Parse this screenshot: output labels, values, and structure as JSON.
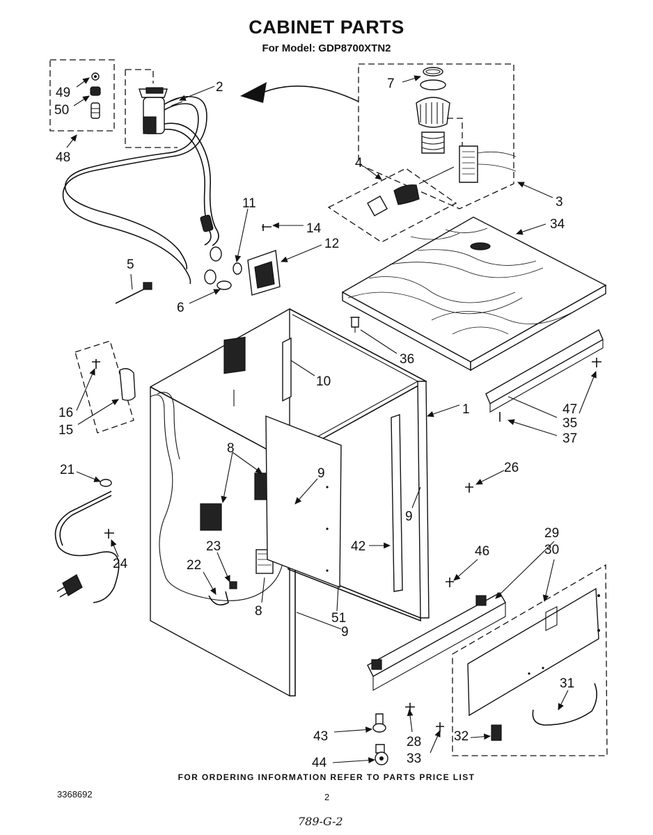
{
  "header": {
    "title": "CABINET PARTS",
    "subtitle": "For Model: GDP8700XTN2"
  },
  "callouts": {
    "c1": "1",
    "c2": "2",
    "c3": "3",
    "c4": "4",
    "c5": "5",
    "c6": "6",
    "c7": "7",
    "c8a": "8",
    "c8b": "8",
    "c9a": "9",
    "c9b": "9",
    "c9c": "9",
    "c10": "10",
    "c11": "11",
    "c12": "12",
    "c14": "14",
    "c15": "15",
    "c16": "16",
    "c21": "21",
    "c22": "22",
    "c23": "23",
    "c24": "24",
    "c26": "26",
    "c28": "28",
    "c29": "29",
    "c30": "30",
    "c31": "31",
    "c32": "32",
    "c33": "33",
    "c34": "34",
    "c35": "35",
    "c36": "36",
    "c37": "37",
    "c42": "42",
    "c43": "43",
    "c44": "44",
    "c46": "46",
    "c47": "47",
    "c48": "48",
    "c49": "49",
    "c50": "50",
    "c51": "51"
  },
  "footer": {
    "ordering_note": "FOR ORDERING INFORMATION REFER TO PARTS PRICE LIST",
    "doc_number": "3368692",
    "page_number": "2",
    "handwritten_code": "789-G-2"
  }
}
